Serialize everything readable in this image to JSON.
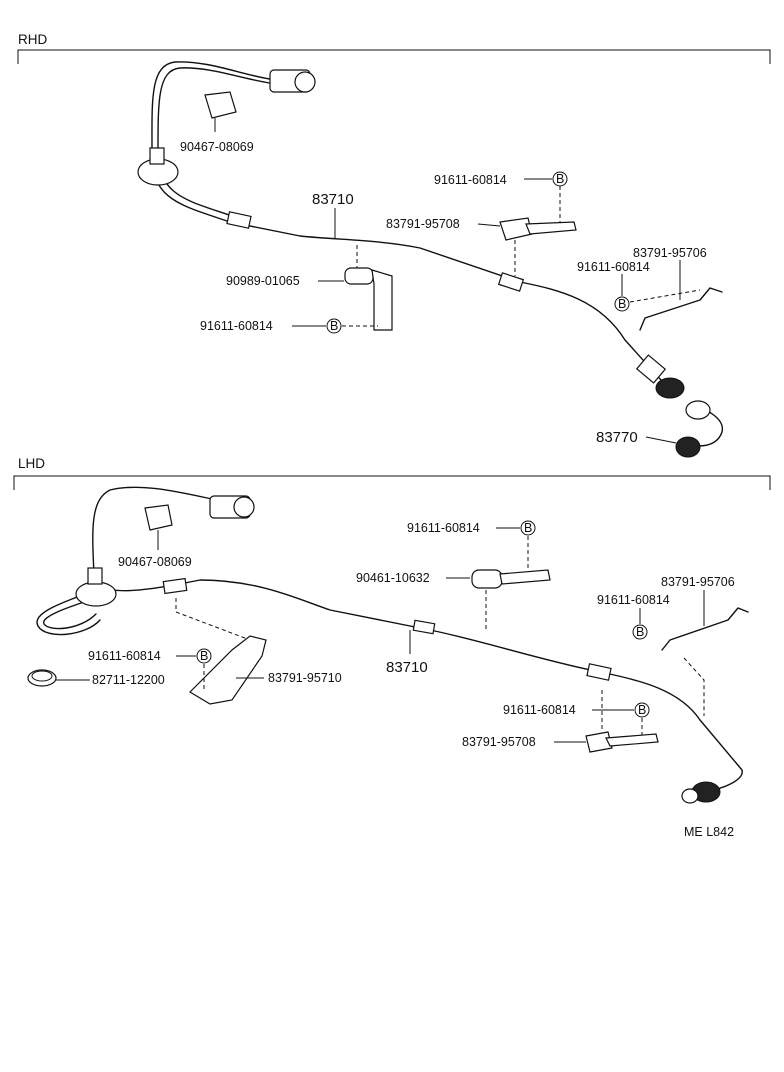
{
  "sections": {
    "rhd": {
      "label": "RHD"
    },
    "lhd": {
      "label": "LHD"
    }
  },
  "bolt_marker": "B",
  "rhd_parts": {
    "p_90467_08069": "90467-08069",
    "p_83710": "83710",
    "p_91611_60814_a": "91611-60814",
    "p_83791_95708": "83791-95708",
    "p_83791_95706": "83791-95706",
    "p_91611_60814_b": "91611-60814",
    "p_90989_01065": "90989-01065",
    "p_91611_60814_c": "91611-60814",
    "p_83770": "83770"
  },
  "lhd_parts": {
    "p_90467_08069": "90467-08069",
    "p_91611_60814_a": "91611-60814",
    "p_90461_10632": "90461-10632",
    "p_83791_95706": "83791-95706",
    "p_91611_60814_b": "91611-60814",
    "p_91611_60814_c": "91611-60814",
    "p_82711_12200": "82711-12200",
    "p_83791_95710": "83791-95710",
    "p_83710": "83710",
    "p_91611_60814_d": "91611-60814",
    "p_83791_95708": "83791-95708"
  },
  "footer_code": "ME  L842"
}
